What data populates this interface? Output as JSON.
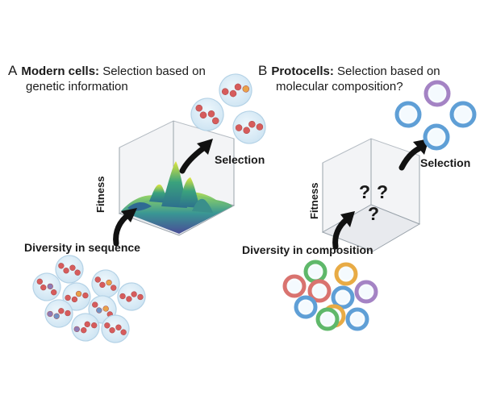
{
  "panel_a": {
    "letter": "A",
    "title": "Modern cells:",
    "subtitle_line1": " Selection based on",
    "subtitle_line2": "genetic information",
    "axis_label": "Fitness",
    "diversity_label": "Diversity in sequence",
    "selection_label": "Selection"
  },
  "panel_b": {
    "letter": "B",
    "title": "Protocells:",
    "subtitle_line1": " Selection based on",
    "subtitle_line2": "molecular composition?",
    "axis_label": "Fitness",
    "diversity_label": "Diversity in composition",
    "selection_label": "Selection",
    "question_mark": "?"
  },
  "colors": {
    "cell_fill": "#d6ebf7",
    "cell_edge": "#b4d2e6",
    "bead_red": "#d65c5c",
    "bead_orange": "#e9a24a",
    "bead_purple": "#8d7bb5",
    "bead_blue": "#6f92c4",
    "ring_blue": "#5f9fd6",
    "ring_purple": "#a483c4",
    "ring_red": "#d9736f",
    "ring_green": "#5fb86a",
    "ring_orange": "#e8ab45",
    "arrow": "#111111",
    "landscape_low": "#3b3f8f",
    "landscape_mid": "#2a8f8c",
    "landscape_high": "#d8e23a"
  }
}
